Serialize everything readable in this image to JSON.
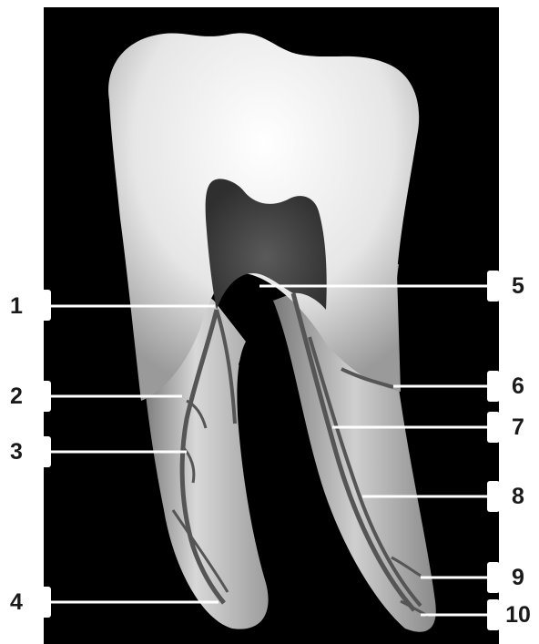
{
  "figure": {
    "background_color": "#000000",
    "tooth_color": "#d9d9d9",
    "pulp_color": "#4a4a4a",
    "leader_color": "#ffffff"
  },
  "labels": {
    "left": [
      "1",
      "2",
      "3",
      "4"
    ],
    "right": [
      "5",
      "6",
      "7",
      "8",
      "9",
      "10"
    ]
  }
}
